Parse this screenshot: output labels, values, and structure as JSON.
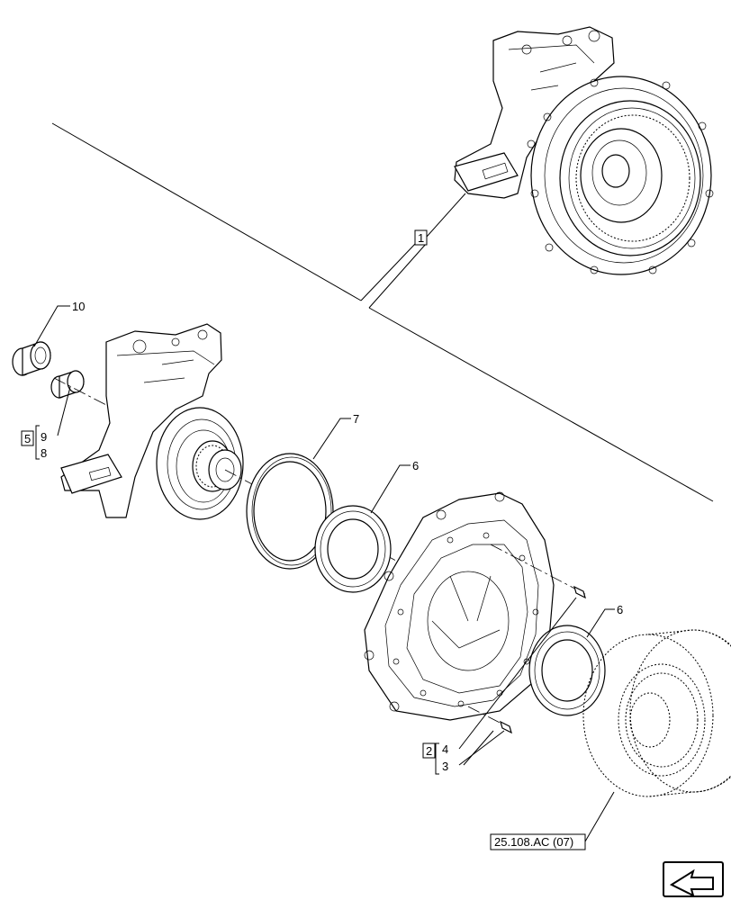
{
  "callouts": {
    "assembly_1": "1",
    "kit_2": "2",
    "item_3": "3",
    "item_4": "4",
    "kit_5": "5",
    "item_6_upper": "6",
    "item_6_lower": "6",
    "item_7": "7",
    "item_8": "8",
    "item_9": "9",
    "item_10": "10",
    "reference": "25.108.AC (07)"
  },
  "nav_icon": "arrow-navigation-icon"
}
